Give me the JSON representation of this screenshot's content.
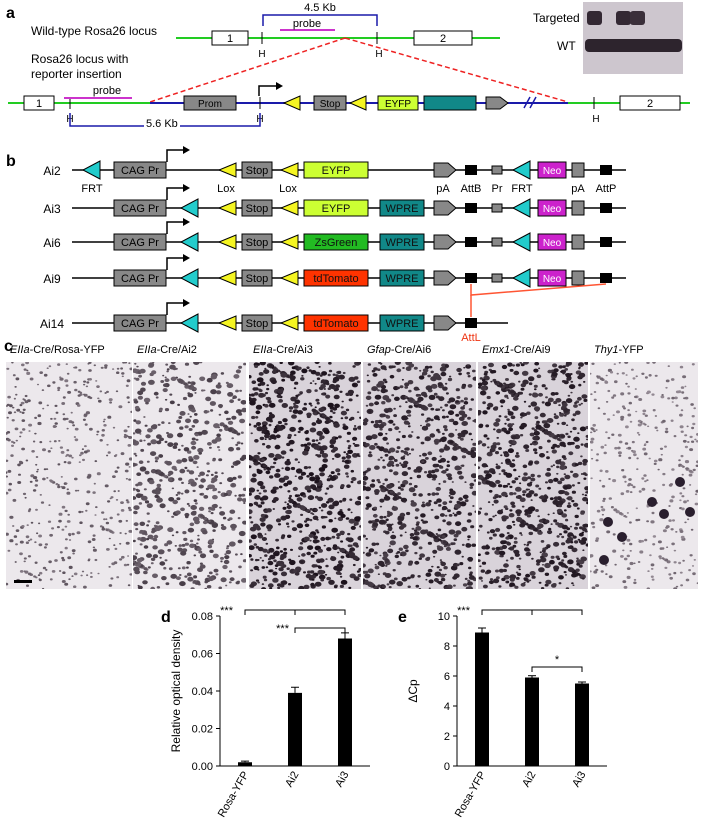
{
  "panel_a": {
    "label": "a",
    "wildtype_label": "Wild-type Rosa26 locus",
    "insertion_label_line1": "Rosa26 locus with",
    "insertion_label_line2": "reporter insertion",
    "distance_wt": "4.5 Kb",
    "distance_targeted": "5.6 Kb",
    "probe": "probe",
    "hindiii": "H",
    "exon1": "1",
    "exon2": "2",
    "prom": "Prom",
    "stop": "Stop",
    "eyfp": "EYFP",
    "blot_targeted": "Targeted",
    "blot_wt": "WT"
  },
  "panel_b": {
    "label": "b",
    "constructs": [
      {
        "name": "Ai2",
        "reporter": "EYFP",
        "wpre": "",
        "reporter_color": "#ccff33"
      },
      {
        "name": "Ai3",
        "reporter": "EYFP",
        "wpre": "WPRE",
        "reporter_color": "#ccff33"
      },
      {
        "name": "Ai6",
        "reporter": "ZsGreen",
        "wpre": "WPRE",
        "reporter_color": "#22bb22"
      },
      {
        "name": "Ai9",
        "reporter": "tdTomato",
        "wpre": "WPRE",
        "reporter_color": "#ff3300"
      },
      {
        "name": "Ai14",
        "reporter": "tdTomato",
        "wpre": "WPRE",
        "reporter_color": "#ff3300"
      }
    ],
    "cag": "CAG Pr",
    "stop": "Stop",
    "neo": "Neo",
    "pr": "Pr",
    "annotations": {
      "frt": "FRT",
      "lox": "Lox",
      "pa": "pA",
      "attb": "AttB",
      "attp": "AttP",
      "attl": "AttL"
    }
  },
  "panel_c": {
    "label": "c",
    "images": [
      {
        "prefix": "EIIa",
        "suffix": "-Cre/Rosa-YFP"
      },
      {
        "prefix": "EIIa",
        "suffix": "-Cre/Ai2"
      },
      {
        "prefix": "EIIa",
        "suffix": "-Cre/Ai3"
      },
      {
        "prefix": "Gfap",
        "suffix": "-Cre/Ai6"
      },
      {
        "prefix": "Emx1",
        "suffix": "-Cre/Ai9"
      },
      {
        "prefix": "Thy1",
        "suffix": "-YFP"
      }
    ]
  },
  "panel_d": {
    "label": "d",
    "sig1": "***",
    "sig2": "***"
  },
  "panel_e": {
    "label": "e",
    "sig1": "***",
    "sig2": "*"
  },
  "chart_data": [
    {
      "type": "bar",
      "panel": "d",
      "categories": [
        "Rosa-YFP",
        "Ai2",
        "Ai3"
      ],
      "values": [
        0.002,
        0.039,
        0.068
      ],
      "errors": [
        0.0006,
        0.003,
        0.003
      ],
      "ylabel": "Relative optical density",
      "ylim": [
        0,
        0.08
      ],
      "yticks": [
        "0.00",
        "0.02",
        "0.04",
        "0.06",
        "0.08"
      ],
      "bar_color": "#000000"
    },
    {
      "type": "bar",
      "panel": "e",
      "categories": [
        "Rosa-YFP",
        "Ai2",
        "Ai3"
      ],
      "values": [
        8.9,
        5.9,
        5.5
      ],
      "errors": [
        0.3,
        0.12,
        0.1
      ],
      "ylabel": "ΔCp",
      "ylim": [
        0,
        10
      ],
      "yticks": [
        "0",
        "2",
        "4",
        "6",
        "8",
        "10"
      ],
      "bar_color": "#000000"
    }
  ]
}
